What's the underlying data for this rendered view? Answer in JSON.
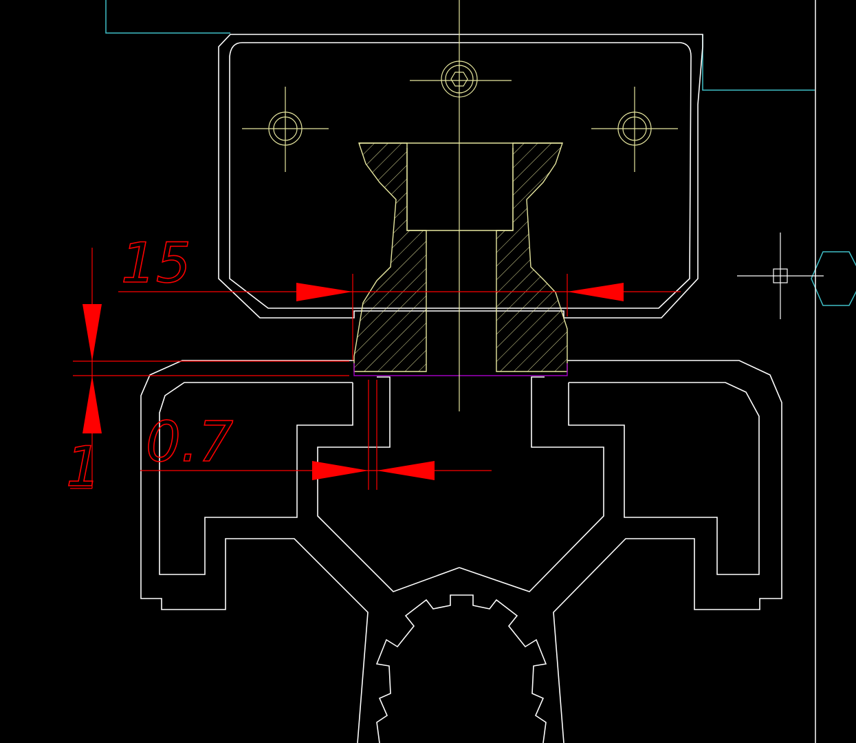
{
  "colors": {
    "background": "#000000",
    "outline": "#ffffff",
    "part": "#e8e8a0",
    "dimension": "#ff0000",
    "reference": "#40c0c8",
    "contact": "#a000c0"
  },
  "dimensions": {
    "width_label": "15",
    "gap_label": "1",
    "clearance_label": "0.7"
  }
}
